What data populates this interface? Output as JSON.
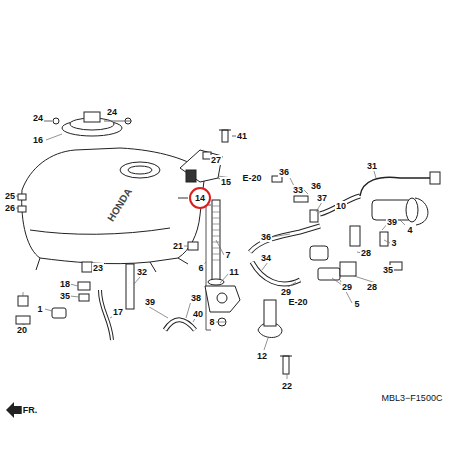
{
  "diagram": {
    "nodes": [
      {
        "text": [
          "14"
        ]
      }
    ],
    "labels": [
      "24",
      "24",
      "16",
      "41",
      "27",
      "15",
      "E-20",
      "36",
      "33",
      "36",
      "37",
      "10",
      "31",
      "39",
      "4",
      "25",
      "26",
      "HONDA",
      "21",
      "6",
      "7",
      "11",
      "36",
      "34",
      "28",
      "35",
      "28",
      "3",
      "29",
      "E-20",
      "29",
      "5",
      "23",
      "18",
      "35",
      "1",
      "20",
      "32",
      "17",
      "39",
      "38",
      "40",
      "8",
      "12",
      "22",
      "MBL3−F1500C",
      "FR."
    ]
  }
}
